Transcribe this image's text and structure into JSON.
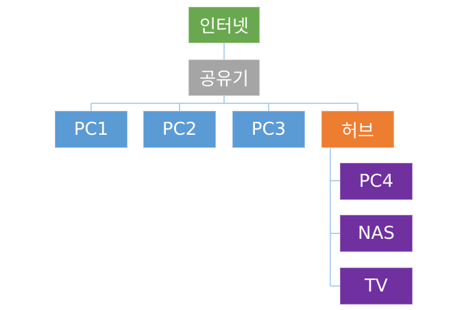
{
  "colors": {
    "internet": "#6aa84f",
    "router": "#a5a5a5",
    "pc": "#5b9bd5",
    "hub": "#ed7d31",
    "hub_child": "#7030a0",
    "line": "#9dc3e6"
  },
  "nodes": {
    "internet": "인터넷",
    "router": "공유기",
    "pc1": "PC1",
    "pc2": "PC2",
    "pc3": "PC3",
    "hub": "허브",
    "pc4": "PC4",
    "nas": "NAS",
    "tv": "TV"
  }
}
